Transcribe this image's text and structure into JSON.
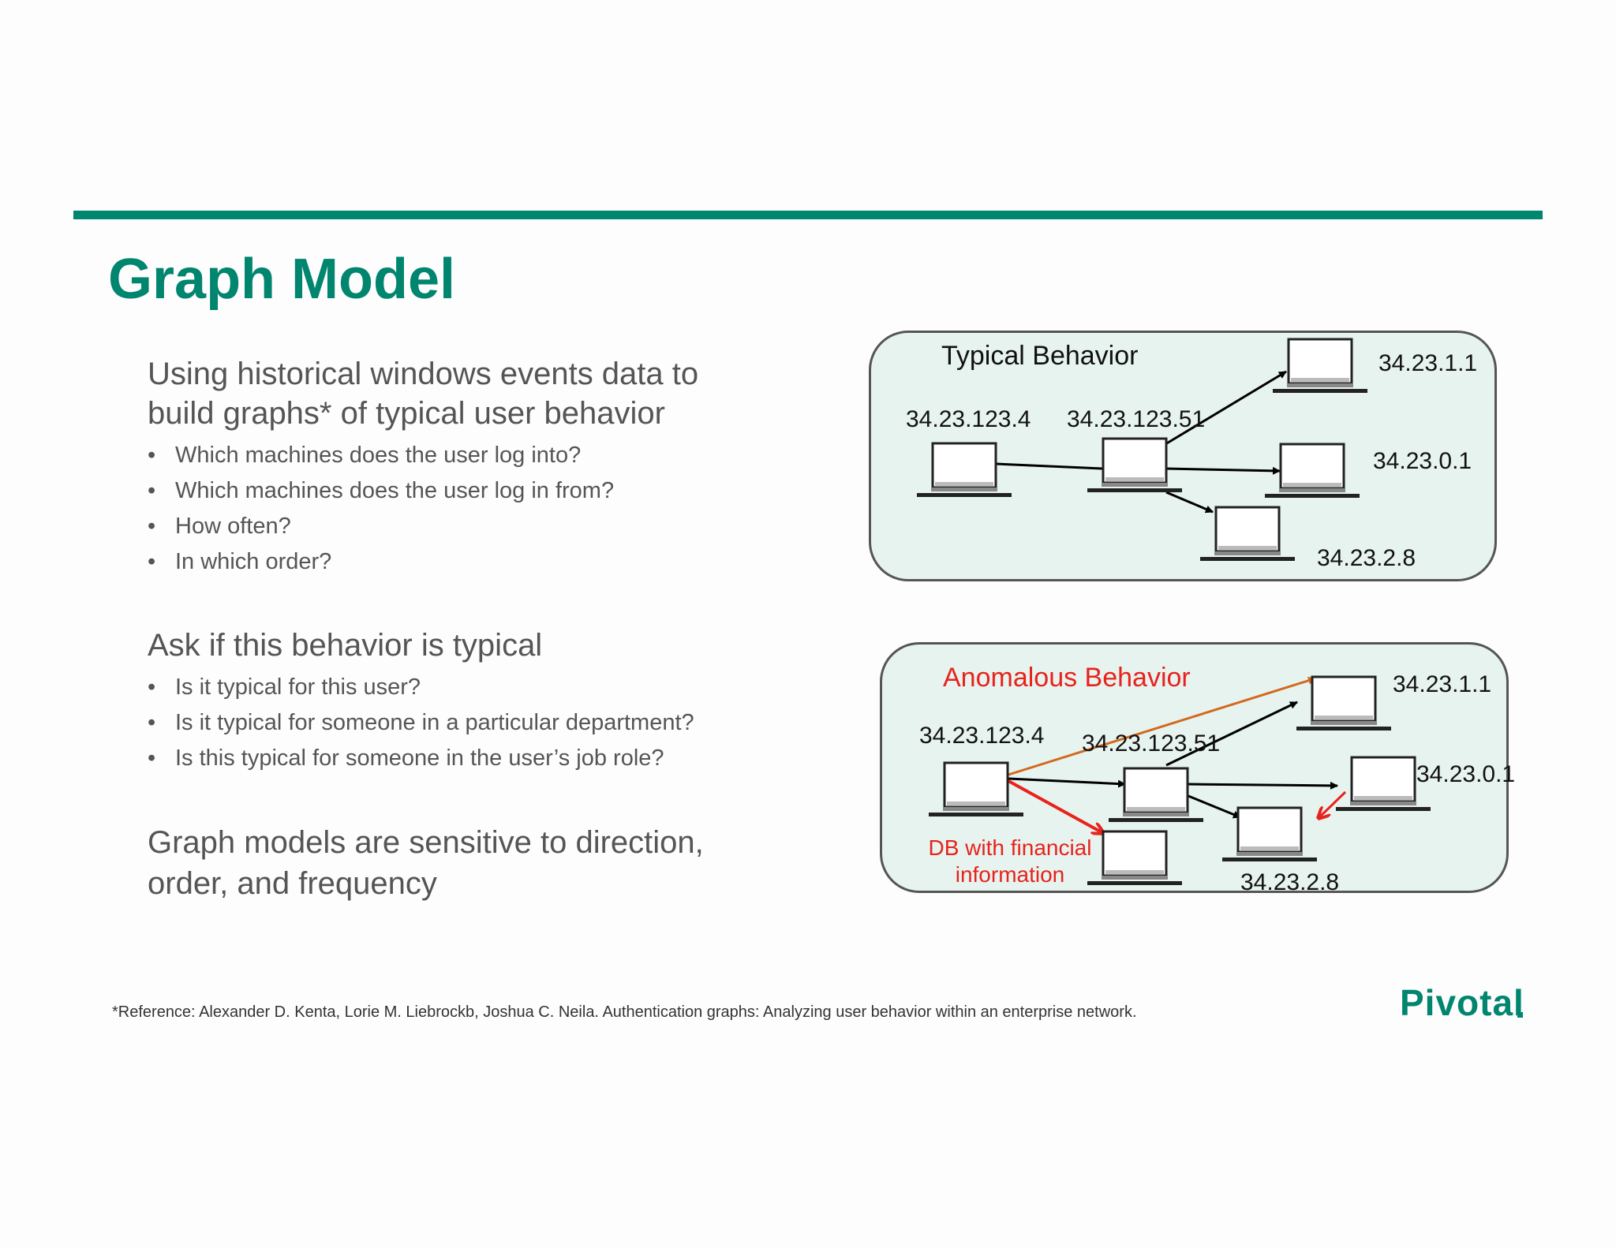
{
  "slide": {
    "title": "Graph Model"
  },
  "block1": {
    "heading_line1": "Using historical windows events data to",
    "heading_line2": "build graphs* of typical user behavior",
    "bullets": [
      "Which machines does the user log into?",
      "Which machines does the user log in from?",
      "How often?",
      "In which order?"
    ]
  },
  "block2": {
    "heading": "Ask if this behavior is typical",
    "bullets": [
      "Is it typical for this user?",
      "Is it typical for someone in a particular department?",
      "Is this typical for someone in the user’s job role?"
    ]
  },
  "block3": {
    "line1": "Graph models are sensitive to direction,",
    "line2": "order, and frequency"
  },
  "typical": {
    "title": "Typical Behavior",
    "nodes": {
      "source": "34.23.123.4",
      "hub": "34.23.123.51",
      "target1": "34.23.1.1",
      "target2": "34.23.0.1",
      "target3": "34.23.2.8"
    }
  },
  "anomalous": {
    "title": "Anomalous Behavior",
    "nodes": {
      "source": "34.23.123.4",
      "hub": "34.23.123.51",
      "target1": "34.23.1.1",
      "target2": "34.23.0.1",
      "target3": "34.23.2.8"
    },
    "db_label_line1": "DB with financial",
    "db_label_line2": "information"
  },
  "colors": {
    "accent": "#00856f",
    "panel_bg": "#e7f3ef",
    "anomaly_red": "#e8221c",
    "anomaly_orange": "#d2691e"
  },
  "footnote": "*Reference: Alexander D. Kenta, Lorie M. Liebrockb,  Joshua C. Neila. Authentication graphs: Analyzing user behavior within an enterprise network.",
  "logo": "Pivotal"
}
